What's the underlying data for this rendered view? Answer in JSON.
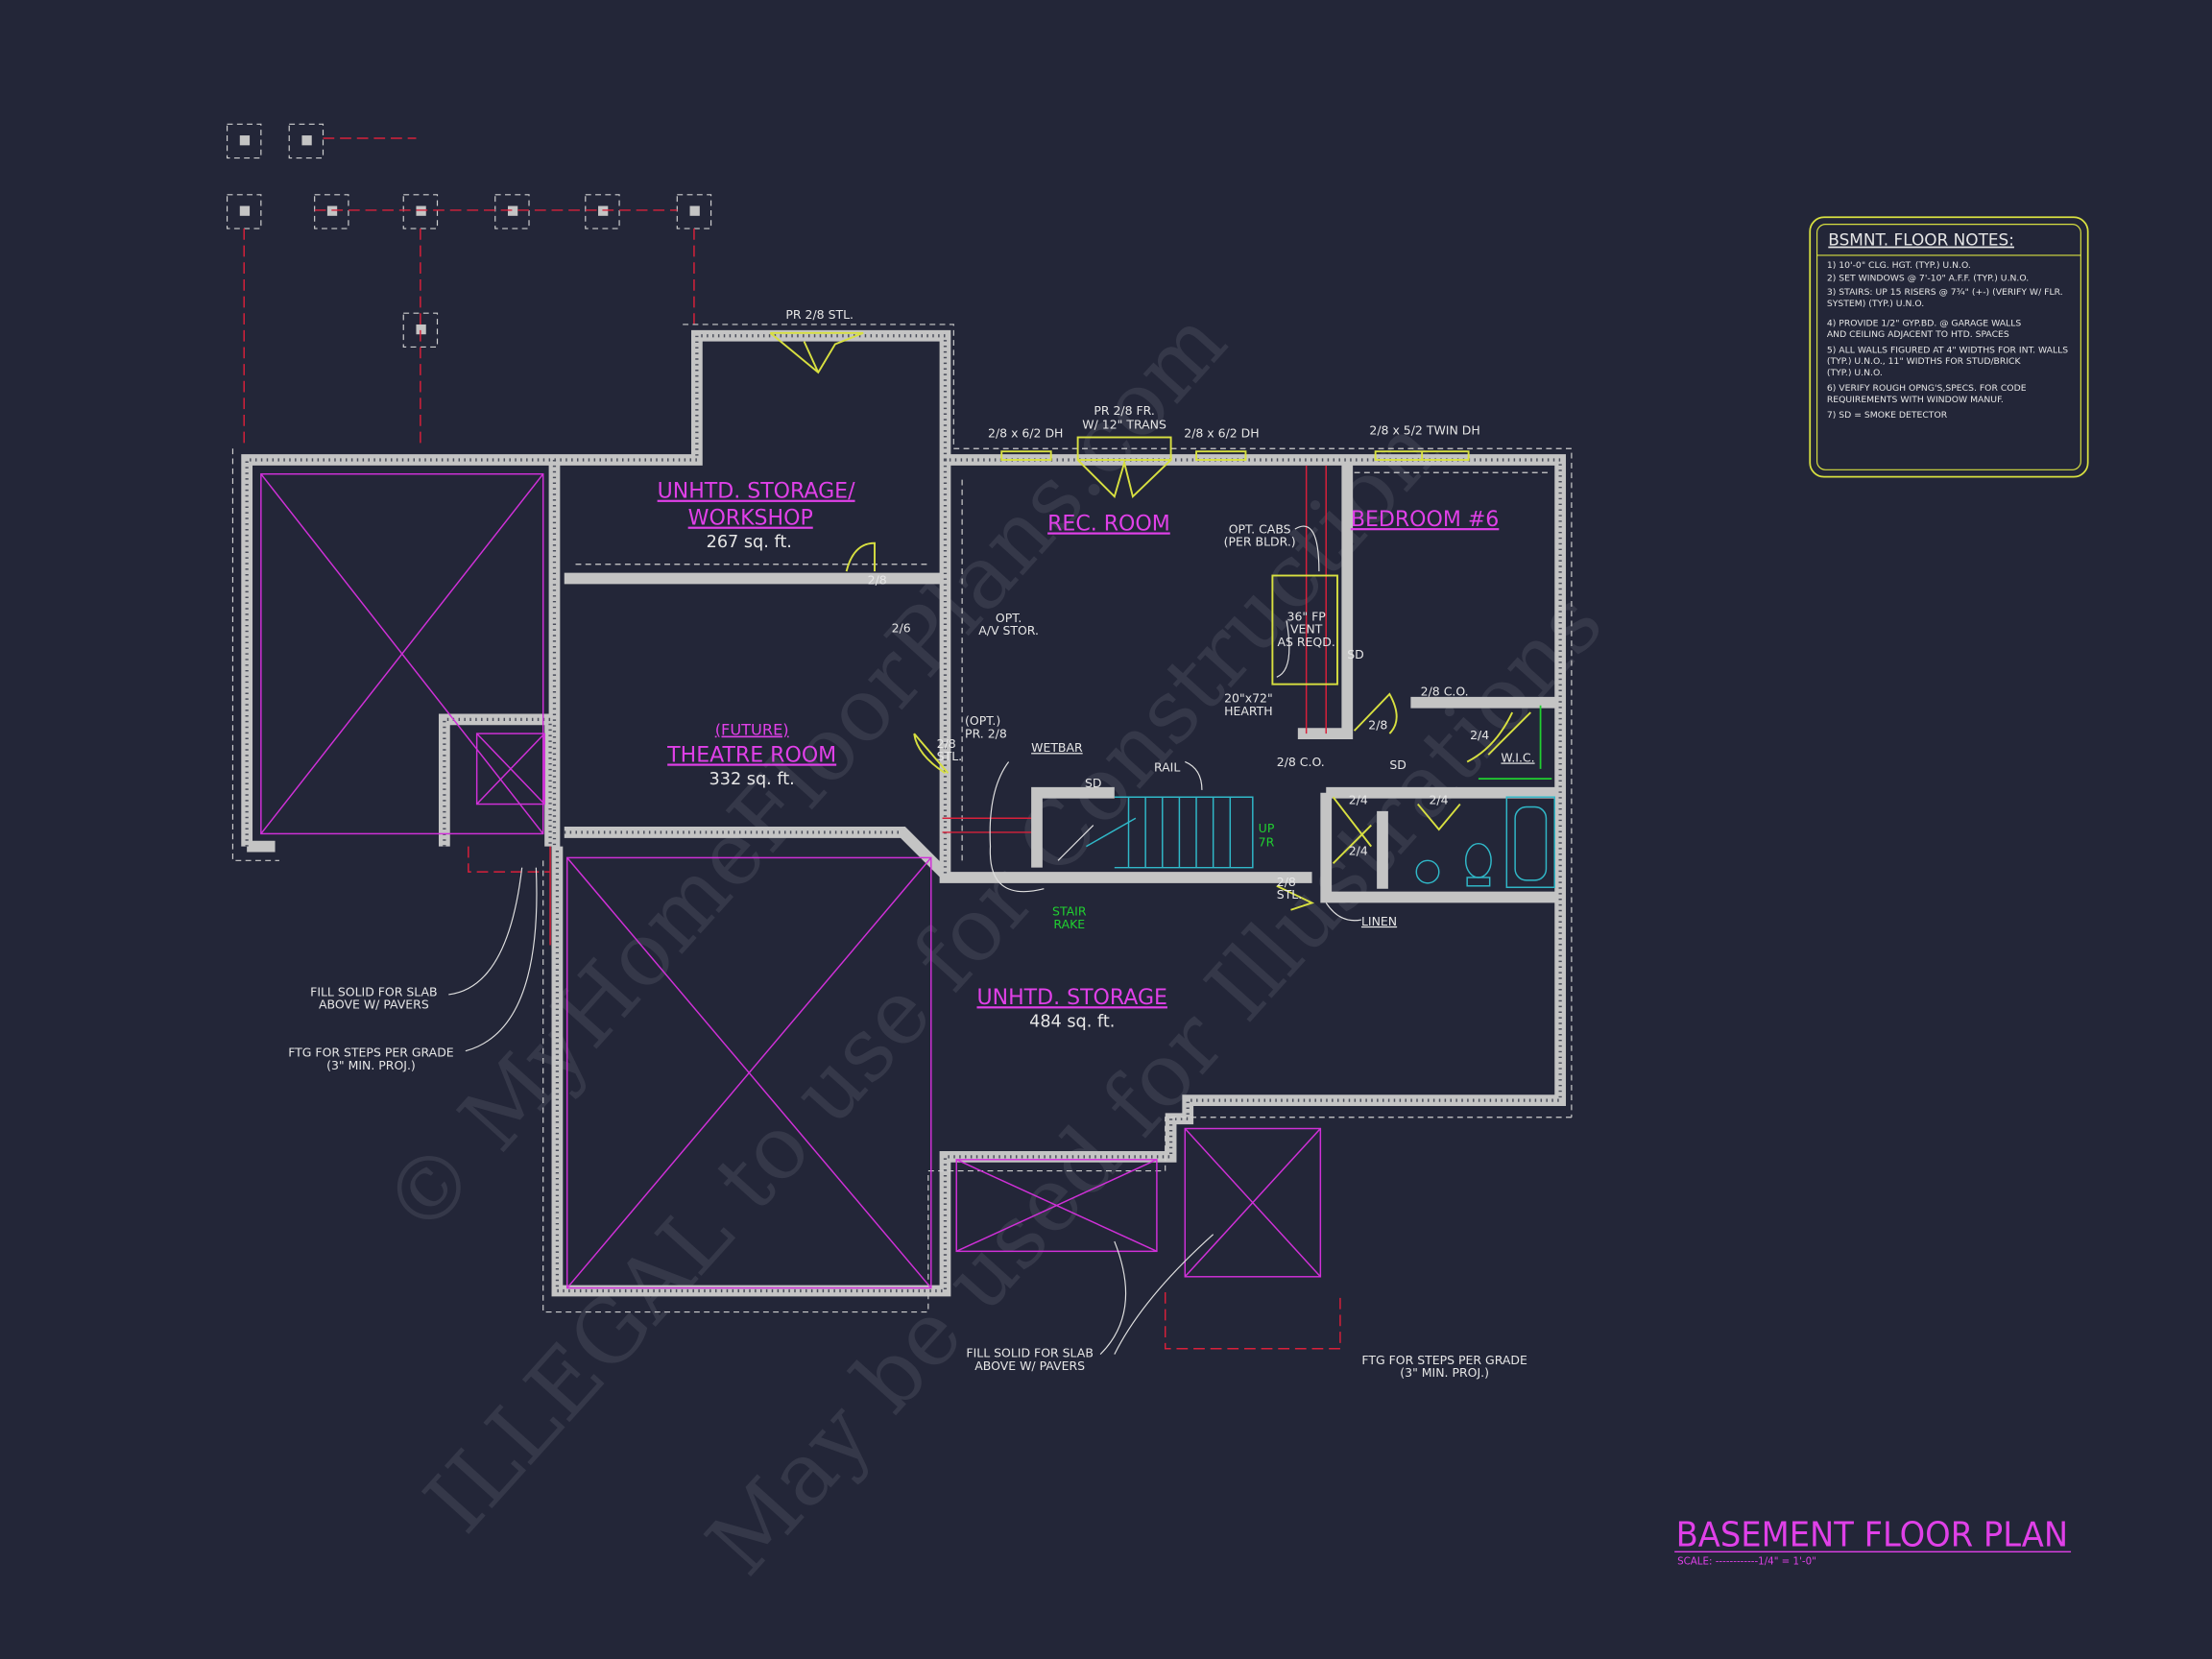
{
  "title": {
    "main": "BASEMENT FLOOR PLAN",
    "scale": "SCALE: ------------1/4\" = 1'-0\""
  },
  "notes": {
    "heading": "BSMNT. FLOOR NOTES:",
    "lines": [
      "1) 10'-0\" CLG. HGT. (TYP.) U.N.O.",
      "2) SET WINDOWS @ 7'-10\" A.F.F. (TYP.) U.N.O.",
      "3) STAIRS: UP 15 RISERS @ 7¾\" (+-) (VERIFY W/ FLR.",
      "    SYSTEM)   (TYP.) U.N.O.",
      "4) PROVIDE 1/2\" GYP.BD. @ GARAGE WALLS",
      "    AND CEILING ADJACENT TO HTD. SPACES",
      "5) ALL WALLS FIGURED AT 4\" WIDTHS FOR INT. WALLS",
      "    (TYP.) U.N.O., 11\" WIDTHS FOR STUD/BRICK",
      "    (TYP.) U.N.O.",
      "6) VERIFY ROUGH OPNG'S,SPECS. FOR CODE",
      "    REQUIREMENTS WITH WINDOW MANUF.",
      "7) SD = SMOKE DETECTOR"
    ]
  },
  "rooms": {
    "workshop": {
      "name1": "UNHTD. STORAGE/",
      "name2": "WORKSHOP",
      "area": "267 sq. ft."
    },
    "theatre": {
      "prefix": "(FUTURE)",
      "name": "THEATRE ROOM",
      "area": "332 sq. ft."
    },
    "rec": {
      "name": "REC. ROOM"
    },
    "bedroom": {
      "name": "BEDROOM #6"
    },
    "storage": {
      "name": "UNHTD. STORAGE",
      "area": "484 sq. ft."
    }
  },
  "labels": {
    "pr_stl": "PR 2/8 STL.",
    "win1": "2/8 x 6/2 DH",
    "fr1": "PR 2/8 FR.",
    "fr2": "W/ 12\" TRANS",
    "win2": "2/8 x 6/2 DH",
    "win3": "2/8 x 5/2 TWIN DH",
    "cabs1": "OPT. CABS",
    "cabs2": "(PER BLDR.)",
    "fp1": "36\" FP",
    "fp2": "VENT",
    "fp3": "AS REQD.",
    "hearth1": "20\"x72\"",
    "hearth2": "HEARTH",
    "av1": "OPT.",
    "av2": "A/V STOR.",
    "d28a": "2/8",
    "d26": "2/6",
    "optpr1": "(OPT.)",
    "optpr2": "PR. 2/8",
    "stl1": "2/8",
    "stl2": "STL.",
    "wetbar": "WETBAR",
    "sd": "SD",
    "rail": "RAIL",
    "up": "UP",
    "up_r": "7R",
    "rake1": "STAIR",
    "rake2": "RAKE",
    "d28b": "2/8",
    "co1": "2/8 C.O.",
    "co2": "2/8 C.O.",
    "d24a": "2/4",
    "d24b": "2/4",
    "d24c": "2/4",
    "d24d": "2/4",
    "wic": "W.I.C.",
    "stl3": "2/8",
    "stl4": "STL.",
    "linen": "LINEN",
    "fill1a": "FILL SOLID FOR SLAB",
    "fill1b": "ABOVE W/ PAVERS",
    "ftg1a": "FTG FOR STEPS PER GRADE",
    "ftg1b": "(3\" MIN. PROJ.)",
    "fill2a": "FILL SOLID FOR SLAB",
    "fill2b": "ABOVE W/ PAVERS",
    "ftg2a": "FTG FOR STEPS PER GRADE",
    "ftg2b": "(3\" MIN. PROJ.)"
  },
  "watermark": {
    "line1": "© MyHomeFloorPlans.com",
    "line2": "ILLEGAL to use for Construction",
    "line3": "May be used for Illustrations"
  },
  "colors": {
    "background": "#232638",
    "room_label": "#e040e8",
    "notes_border": "#d8e040",
    "wall": "#c4c4c4"
  }
}
